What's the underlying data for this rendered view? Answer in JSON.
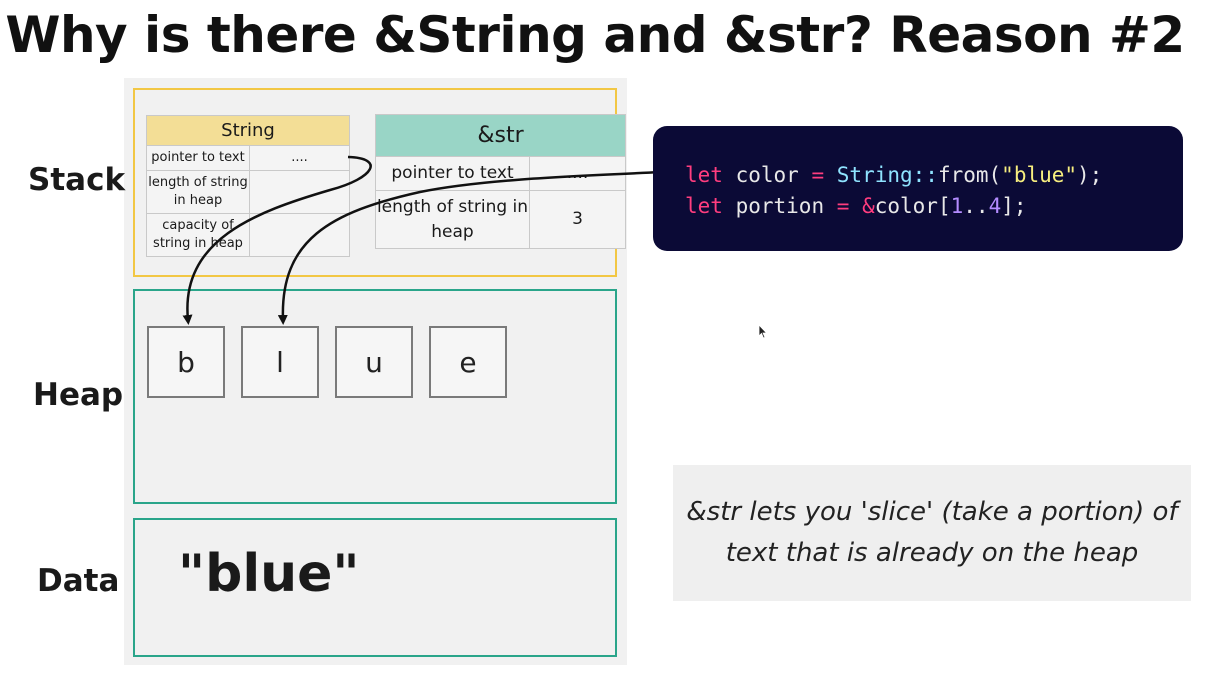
{
  "title": "Why is there &String and &str? Reason #2",
  "labels": {
    "stack": "Stack",
    "heap": "Heap",
    "data": "Data"
  },
  "string_table": {
    "header": "String",
    "rows": [
      {
        "field": "pointer to text",
        "value": "...."
      },
      {
        "field": "length of string in heap",
        "value": ""
      },
      {
        "field": "capacity of string in heap",
        "value": ""
      }
    ]
  },
  "str_table": {
    "header": "&str",
    "rows": [
      {
        "field": "pointer to text",
        "value": "...."
      },
      {
        "field": "length of string in heap",
        "value": "3"
      }
    ]
  },
  "heap_cells": [
    "b",
    "l",
    "u",
    "e"
  ],
  "data_literal": "\"blue\"",
  "code": {
    "line1": {
      "kw": "let",
      "var": "color",
      "eq": "=",
      "type": "String",
      "sep": "::",
      "fn": "from",
      "open": "(",
      "str": "\"blue\"",
      "close": ");"
    },
    "line2": {
      "kw": "let",
      "var": "portion",
      "eq": "=",
      "amp": "&",
      "target": "color",
      "open": "[",
      "start": "1",
      "range": "..",
      "end": "4",
      "close": "];"
    }
  },
  "note": "&str lets you 'slice' (take a portion) of text that is already on the heap",
  "colors": {
    "stack_border": "#f2c744",
    "heap_border": "#2aa58a",
    "string_header": "#f3de96",
    "str_header": "#99d5c6",
    "code_bg": "#0b0a36"
  },
  "icons": [
    "mouse-cursor-icon"
  ]
}
